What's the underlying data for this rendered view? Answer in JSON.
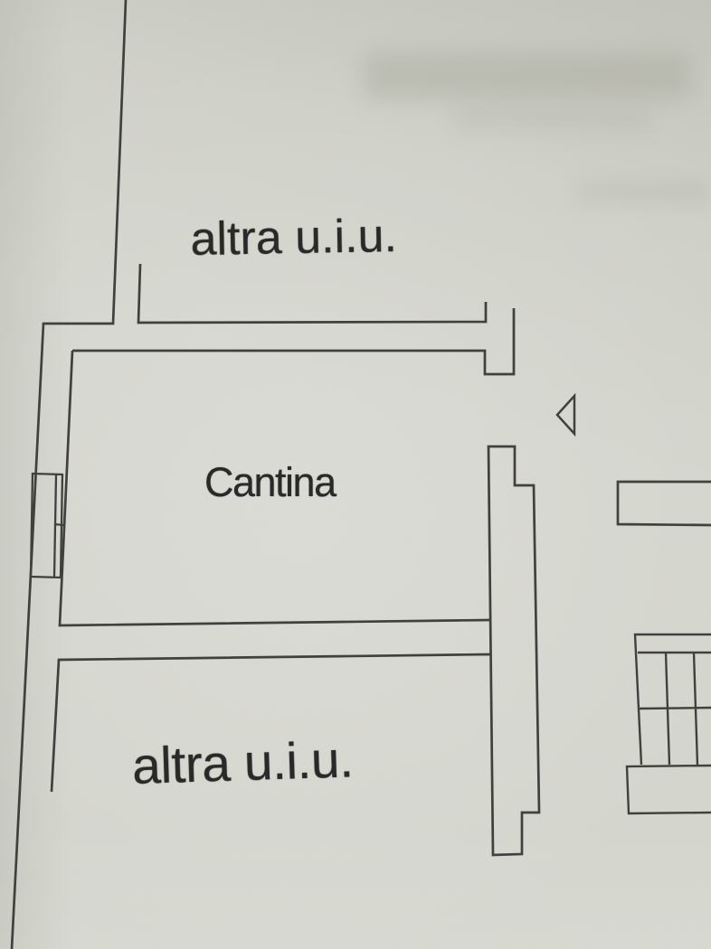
{
  "labels": {
    "upper_unit": "altra u.i.u.",
    "room": "Cantina",
    "lower_unit": "altra u.i.u."
  },
  "colors": {
    "paper": "#d5d6ce",
    "ink_line": "#3c3c3a",
    "ink_text": "#242424"
  }
}
